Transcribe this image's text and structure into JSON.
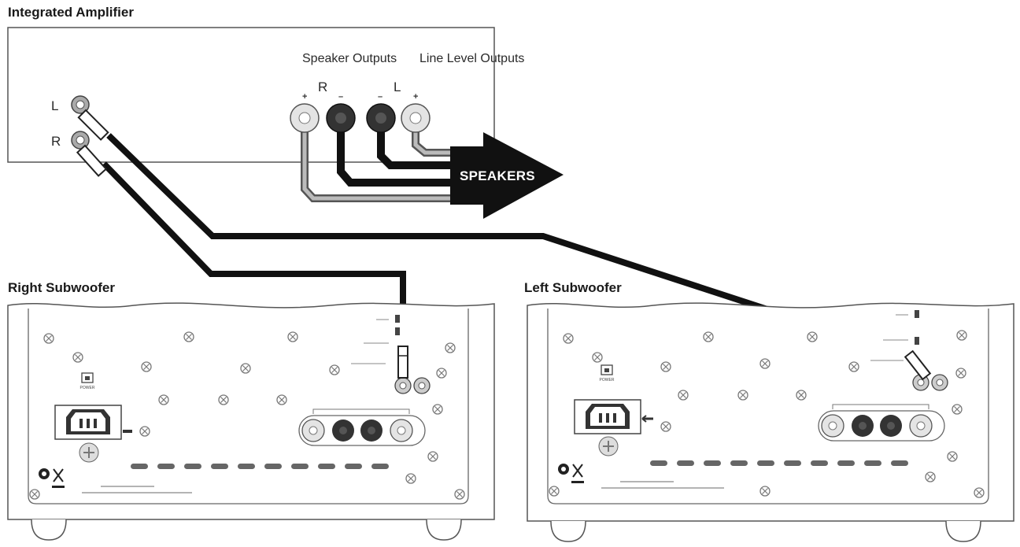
{
  "amplifier": {
    "title": "Integrated Amplifier",
    "speaker_outputs_label": "Speaker Outputs",
    "line_level_outputs_label": "Line Level Outputs",
    "channel_right": "R",
    "channel_left": "L",
    "line_out_left": "L",
    "line_out_right": "R",
    "plus": "+",
    "minus": "–"
  },
  "speakers_label": "SPEAKERS",
  "right_subwoofer": {
    "title": "Right Subwoofer"
  },
  "left_subwoofer": {
    "title": "Left Subwoofer"
  }
}
